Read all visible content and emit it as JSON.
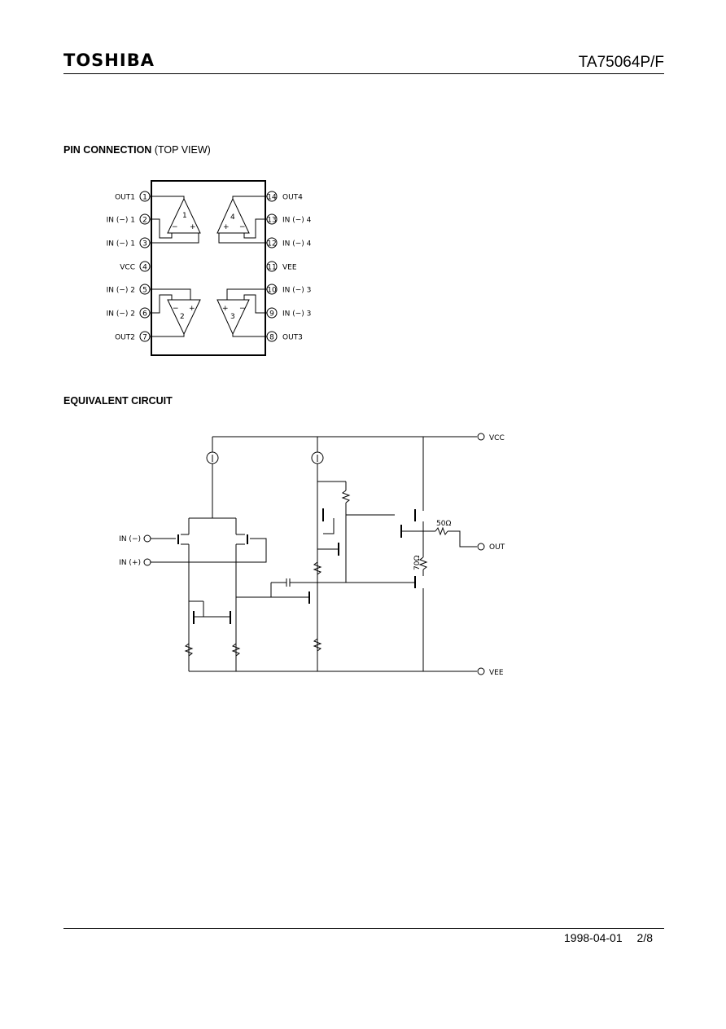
{
  "header": {
    "brand": "TOSHIBA",
    "part_number": "TA75064P/F"
  },
  "sections": {
    "pin_connection_title": "PIN CONNECTION",
    "pin_connection_note": "(TOP VIEW)",
    "equivalent_circuit_title": "EQUIVALENT CIRCUIT"
  },
  "pins": {
    "left": [
      {
        "num": "1",
        "label": "OUT1"
      },
      {
        "num": "2",
        "label": "IN (−) 1"
      },
      {
        "num": "3",
        "label": "IN (−) 1"
      },
      {
        "num": "4",
        "label": "VCC"
      },
      {
        "num": "5",
        "label": "IN (−) 2"
      },
      {
        "num": "6",
        "label": "IN (−) 2"
      },
      {
        "num": "7",
        "label": "OUT2"
      }
    ],
    "right": [
      {
        "num": "14",
        "label": "OUT4"
      },
      {
        "num": "13",
        "label": "IN (−) 4"
      },
      {
        "num": "12",
        "label": "IN (−) 4"
      },
      {
        "num": "11",
        "label": "VEE"
      },
      {
        "num": "10",
        "label": "IN (−) 3"
      },
      {
        "num": "9",
        "label": "IN (−) 3"
      },
      {
        "num": "8",
        "label": "OUT3"
      }
    ],
    "amps": [
      "1",
      "2",
      "3",
      "4"
    ]
  },
  "circuit": {
    "vcc": "VCC",
    "vee": "VEE",
    "out": "OUT",
    "in_minus": "IN (−)",
    "in_plus": "IN (+)",
    "r_50": "50Ω",
    "r_70": "70Ω"
  },
  "footer": {
    "date": "1998-04-01",
    "page": "2/8"
  }
}
